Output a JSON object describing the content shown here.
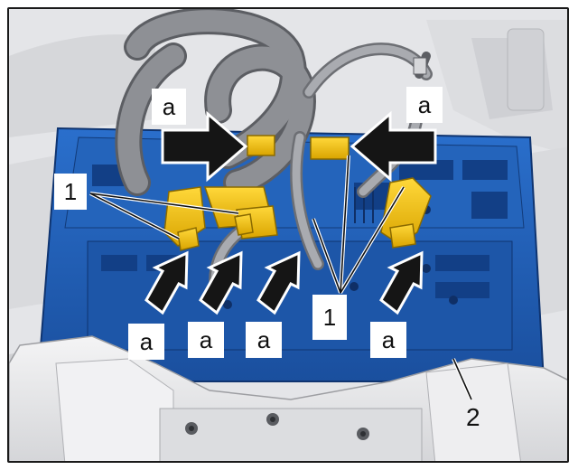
{
  "labels": {
    "arrow_label": "a",
    "connector_label": "1",
    "unit_label": "2"
  },
  "colors": {
    "blue_housing": "#1f5fb8",
    "yellow_connector": "#f2c20a",
    "grey_harness": "#8e9095",
    "white_cover": "#ececee",
    "arrow_black": "#151515"
  }
}
